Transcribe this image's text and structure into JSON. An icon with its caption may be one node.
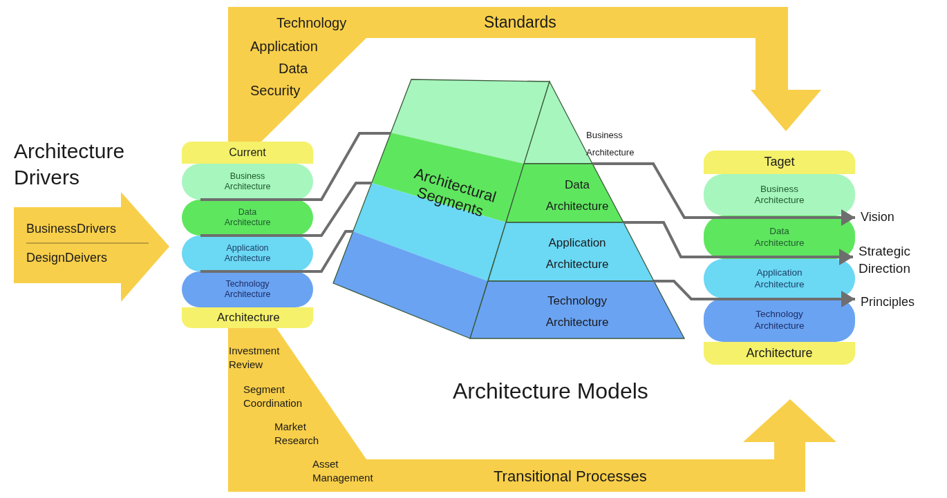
{
  "diagram": {
    "nodes": [
      {
        "text": [
          "Architecture Drivers",
          "BusinessDrivers",
          "DesignDeivers"
        ]
      },
      {
        "text": [
          "Technology",
          "Application",
          "Data",
          "Security",
          "Standards"
        ]
      },
      {
        "text": [
          "Current"
        ]
      },
      {
        "text": [
          "Business Architecture"
        ]
      },
      {
        "text": [
          "Data Architecture"
        ]
      },
      {
        "text": [
          "Application Architecture"
        ]
      },
      {
        "text": [
          "Technology Architecture"
        ]
      },
      {
        "text": [
          "Architecture"
        ]
      },
      {
        "text": [
          "Architectural Segments"
        ]
      },
      {
        "text": [
          "Business Architecture"
        ]
      },
      {
        "text": [
          "Data Architecture"
        ]
      },
      {
        "text": [
          "Application Architecture"
        ]
      },
      {
        "text": [
          "Technology Architecture"
        ]
      },
      {
        "text": [
          "Taget"
        ]
      },
      {
        "text": [
          "Business Architecture"
        ]
      },
      {
        "text": [
          "Data Architecture"
        ]
      },
      {
        "text": [
          "Application Architecture"
        ]
      },
      {
        "text": [
          "Technology Architecture"
        ]
      },
      {
        "text": [
          "Architecture"
        ]
      },
      {
        "text": [
          "Vision"
        ]
      },
      {
        "text": [
          "Strategic Direction"
        ]
      },
      {
        "text": [
          "Principles"
        ]
      },
      {
        "text": [
          "Investment Review",
          "Segment Coordination",
          "Market Research",
          "Asset Management",
          "Transitional Processes"
        ]
      }
    ],
    "edges": [
      {
        "from": 3,
        "to": 8,
        "arrow": "none"
      },
      {
        "from": 4,
        "to": 8,
        "arrow": "none"
      },
      {
        "from": 5,
        "to": 8,
        "arrow": "none"
      },
      {
        "from": 9,
        "to": 19,
        "arrow": "to"
      },
      {
        "from": 10,
        "to": 20,
        "arrow": "to"
      },
      {
        "from": 11,
        "to": 21,
        "arrow": "to"
      }
    ],
    "labels": [
      "Architecture Models"
    ]
  }
}
